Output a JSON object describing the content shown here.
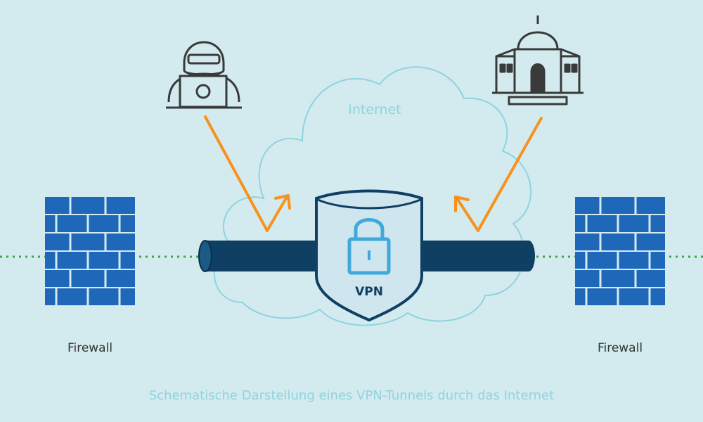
{
  "labels": {
    "cloud": "Internet",
    "shield": "VPN",
    "firewall_left": "Firewall",
    "firewall_right": "Firewall",
    "caption": "Schematische Darstellung eines VPN-Tunnels durch das Internet"
  },
  "icons": {
    "attacker": "hacker-icon",
    "building": "government-building-icon",
    "lock": "padlock-icon"
  },
  "colors": {
    "background": "#d3ebef",
    "firewall": "#1f67b8",
    "tunnel": "#0f3f63",
    "arrow": "#f7921e",
    "cloud": "#8fd3df",
    "dots": "#3aa648",
    "caption": "#8fd3df",
    "shield": "#0f3f63",
    "lock": "#3fa9dc"
  }
}
